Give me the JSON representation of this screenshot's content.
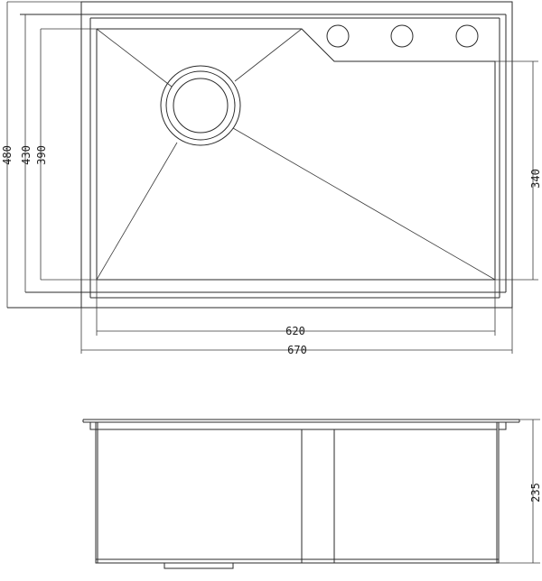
{
  "top_view": {
    "dimensions": {
      "overall_height": "480",
      "top_height": "430",
      "bowl_height": "390",
      "right_height": "340",
      "bowl_width": "620",
      "overall_width": "670"
    },
    "faucet_holes": 3
  },
  "side_view": {
    "dimensions": {
      "depth": "235"
    }
  }
}
